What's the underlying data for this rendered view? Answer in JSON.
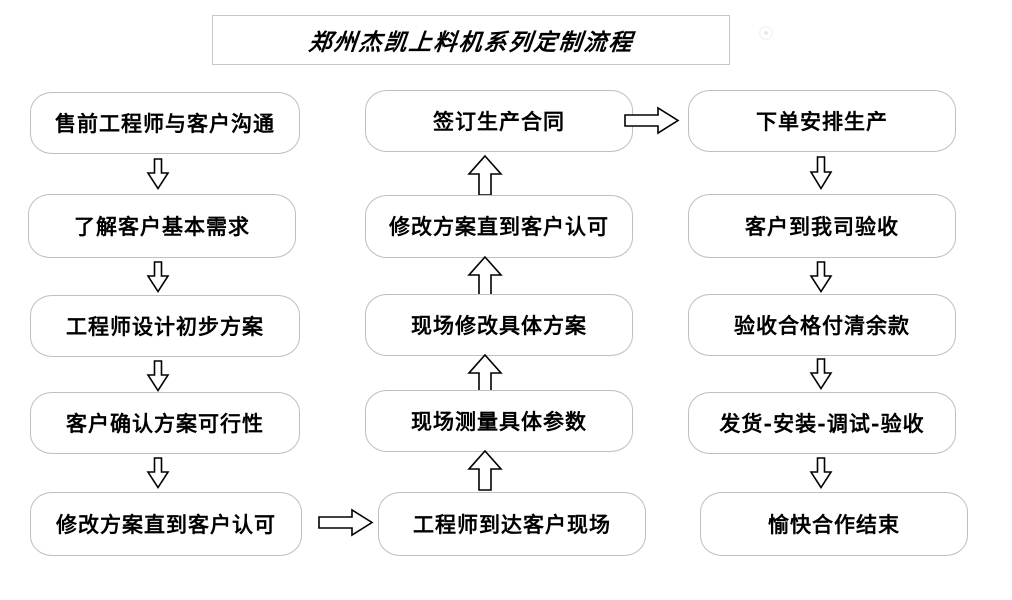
{
  "title": {
    "text": "郑州杰凯上料机系列定制流程"
  },
  "colors": {
    "background": "#ffffff",
    "box_border": "#bfbfbf",
    "title_border": "#c8c8c8",
    "text": "#000000",
    "arrow_stroke": "#000000",
    "arrow_fill": "#ffffff"
  },
  "flow": {
    "columns": [
      {
        "id": "column-left",
        "direction": "down",
        "nodes": [
          {
            "id": "node-presales-communication",
            "label": "售前工程师与客户沟通"
          },
          {
            "id": "node-understand-needs",
            "label": "了解客户基本需求"
          },
          {
            "id": "node-engineer-draft-plan",
            "label": "工程师设计初步方案"
          },
          {
            "id": "node-customer-confirm",
            "label": "客户确认方案可行性"
          },
          {
            "id": "node-revise-until-approved",
            "label": "修改方案直到客户认可"
          }
        ]
      },
      {
        "id": "column-middle",
        "direction": "up",
        "nodes": [
          {
            "id": "node-sign-contract",
            "label": "签订生产合同"
          },
          {
            "id": "node-revise-until-approved-2",
            "label": "修改方案直到客户认可"
          },
          {
            "id": "node-onsite-revise-plan",
            "label": "现场修改具体方案"
          },
          {
            "id": "node-onsite-measure",
            "label": "现场测量具体参数"
          },
          {
            "id": "node-engineer-arrives",
            "label": "工程师到达客户现场"
          }
        ]
      },
      {
        "id": "column-right",
        "direction": "down",
        "nodes": [
          {
            "id": "node-place-order",
            "label": "下单安排生产"
          },
          {
            "id": "node-customer-inspection",
            "label": "客户到我司验收"
          },
          {
            "id": "node-pay-balance",
            "label": "验收合格付清余款"
          },
          {
            "id": "node-ship-install-debug",
            "label": "发货-安装-调试-验收"
          },
          {
            "id": "node-happy-end",
            "label": "愉快合作结束"
          }
        ]
      }
    ],
    "connectors": [
      {
        "id": "connector-left-1-2",
        "direction": "down",
        "icon": "arrow-down-icon"
      },
      {
        "id": "connector-left-2-3",
        "direction": "down",
        "icon": "arrow-down-icon"
      },
      {
        "id": "connector-left-3-4",
        "direction": "down",
        "icon": "arrow-down-icon"
      },
      {
        "id": "connector-left-4-5",
        "direction": "down",
        "icon": "arrow-down-icon"
      },
      {
        "id": "connector-left-to-middle",
        "direction": "right",
        "icon": "arrow-right-icon"
      },
      {
        "id": "connector-middle-5-4",
        "direction": "up",
        "icon": "arrow-up-icon"
      },
      {
        "id": "connector-middle-4-3",
        "direction": "up",
        "icon": "arrow-up-icon"
      },
      {
        "id": "connector-middle-3-2",
        "direction": "up",
        "icon": "arrow-up-icon"
      },
      {
        "id": "connector-middle-2-1",
        "direction": "up",
        "icon": "arrow-up-icon"
      },
      {
        "id": "connector-middle-to-right",
        "direction": "right",
        "icon": "arrow-right-icon"
      },
      {
        "id": "connector-right-1-2",
        "direction": "down",
        "icon": "arrow-down-icon"
      },
      {
        "id": "connector-right-2-3",
        "direction": "down",
        "icon": "arrow-down-icon"
      },
      {
        "id": "connector-right-3-4",
        "direction": "down",
        "icon": "arrow-down-icon"
      },
      {
        "id": "connector-right-4-5",
        "direction": "down",
        "icon": "arrow-down-icon"
      }
    ]
  }
}
